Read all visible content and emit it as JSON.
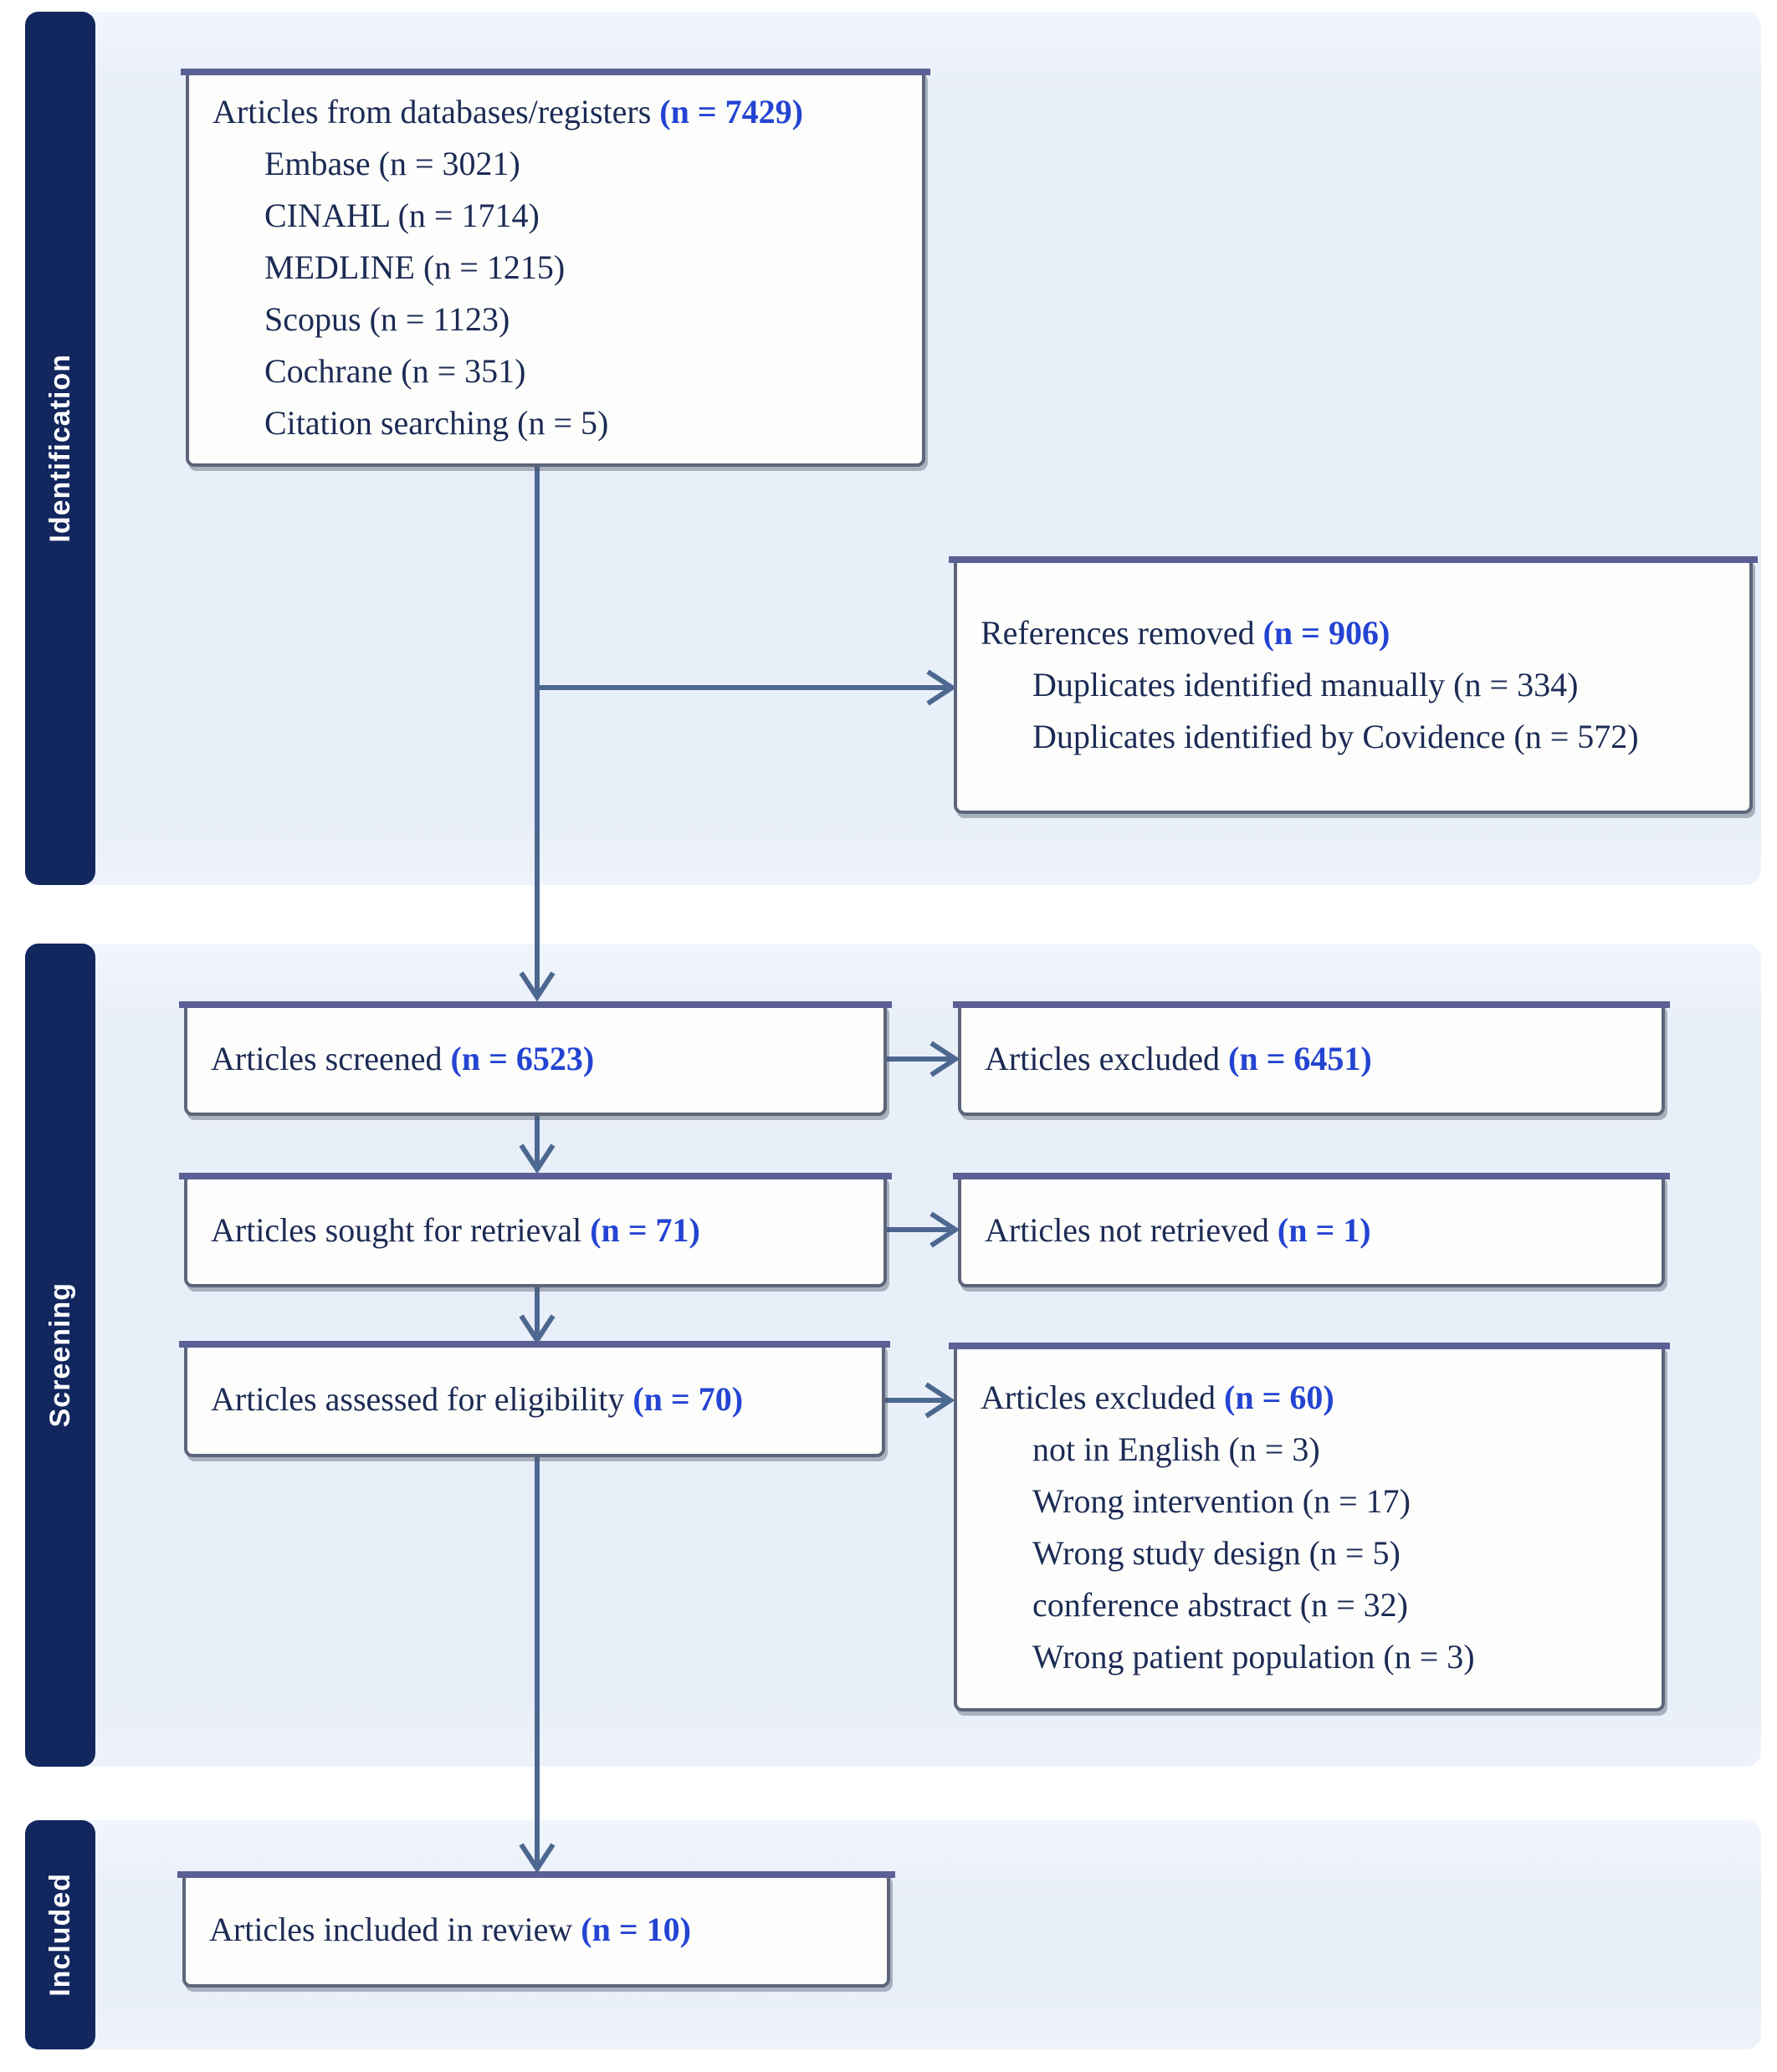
{
  "stages": {
    "identification": "Identification",
    "screening": "Screening",
    "included": "Included"
  },
  "boxes": {
    "databases": {
      "title": "Articles from databases/registers",
      "n": "(n = 7429)",
      "items": [
        "Embase (n = 3021)",
        "CINAHL (n = 1714)",
        "MEDLINE (n = 1215)",
        "Scopus (n = 1123)",
        "Cochrane (n = 351)",
        "Citation searching (n = 5)"
      ]
    },
    "references_removed": {
      "title": "References removed",
      "n": "(n = 906)",
      "items": [
        "Duplicates identified manually (n = 334)",
        "Duplicates identified by Covidence (n = 572)"
      ]
    },
    "screened": {
      "title": "Articles screened",
      "n": "(n = 6523)"
    },
    "excluded_screening": {
      "title": "Articles excluded",
      "n": "(n = 6451)"
    },
    "sought": {
      "title": "Articles sought for retrieval",
      "n": "(n = 71)"
    },
    "not_retrieved": {
      "title": "Articles not retrieved",
      "n": "(n = 1)"
    },
    "assessed": {
      "title": "Articles assessed for eligibility",
      "n": "(n = 70)"
    },
    "excluded_eligibility": {
      "title": "Articles excluded",
      "n": "(n = 60)",
      "items": [
        "not in English (n = 3)",
        "Wrong intervention (n = 17)",
        "Wrong study design (n = 5)",
        "conference abstract (n = 32)",
        "Wrong patient population (n = 3)"
      ]
    },
    "included": {
      "title": "Articles included in review",
      "n": "(n = 10)"
    }
  },
  "colors": {
    "stage_bar_navy": "#12275e",
    "section_background": "#ebf1fb",
    "box_border": "#5c6579",
    "box_top_accent": "#5a6095",
    "count_blue": "#2444d3",
    "text_navy": "#1c2b55",
    "arrow": "#4d6890"
  }
}
